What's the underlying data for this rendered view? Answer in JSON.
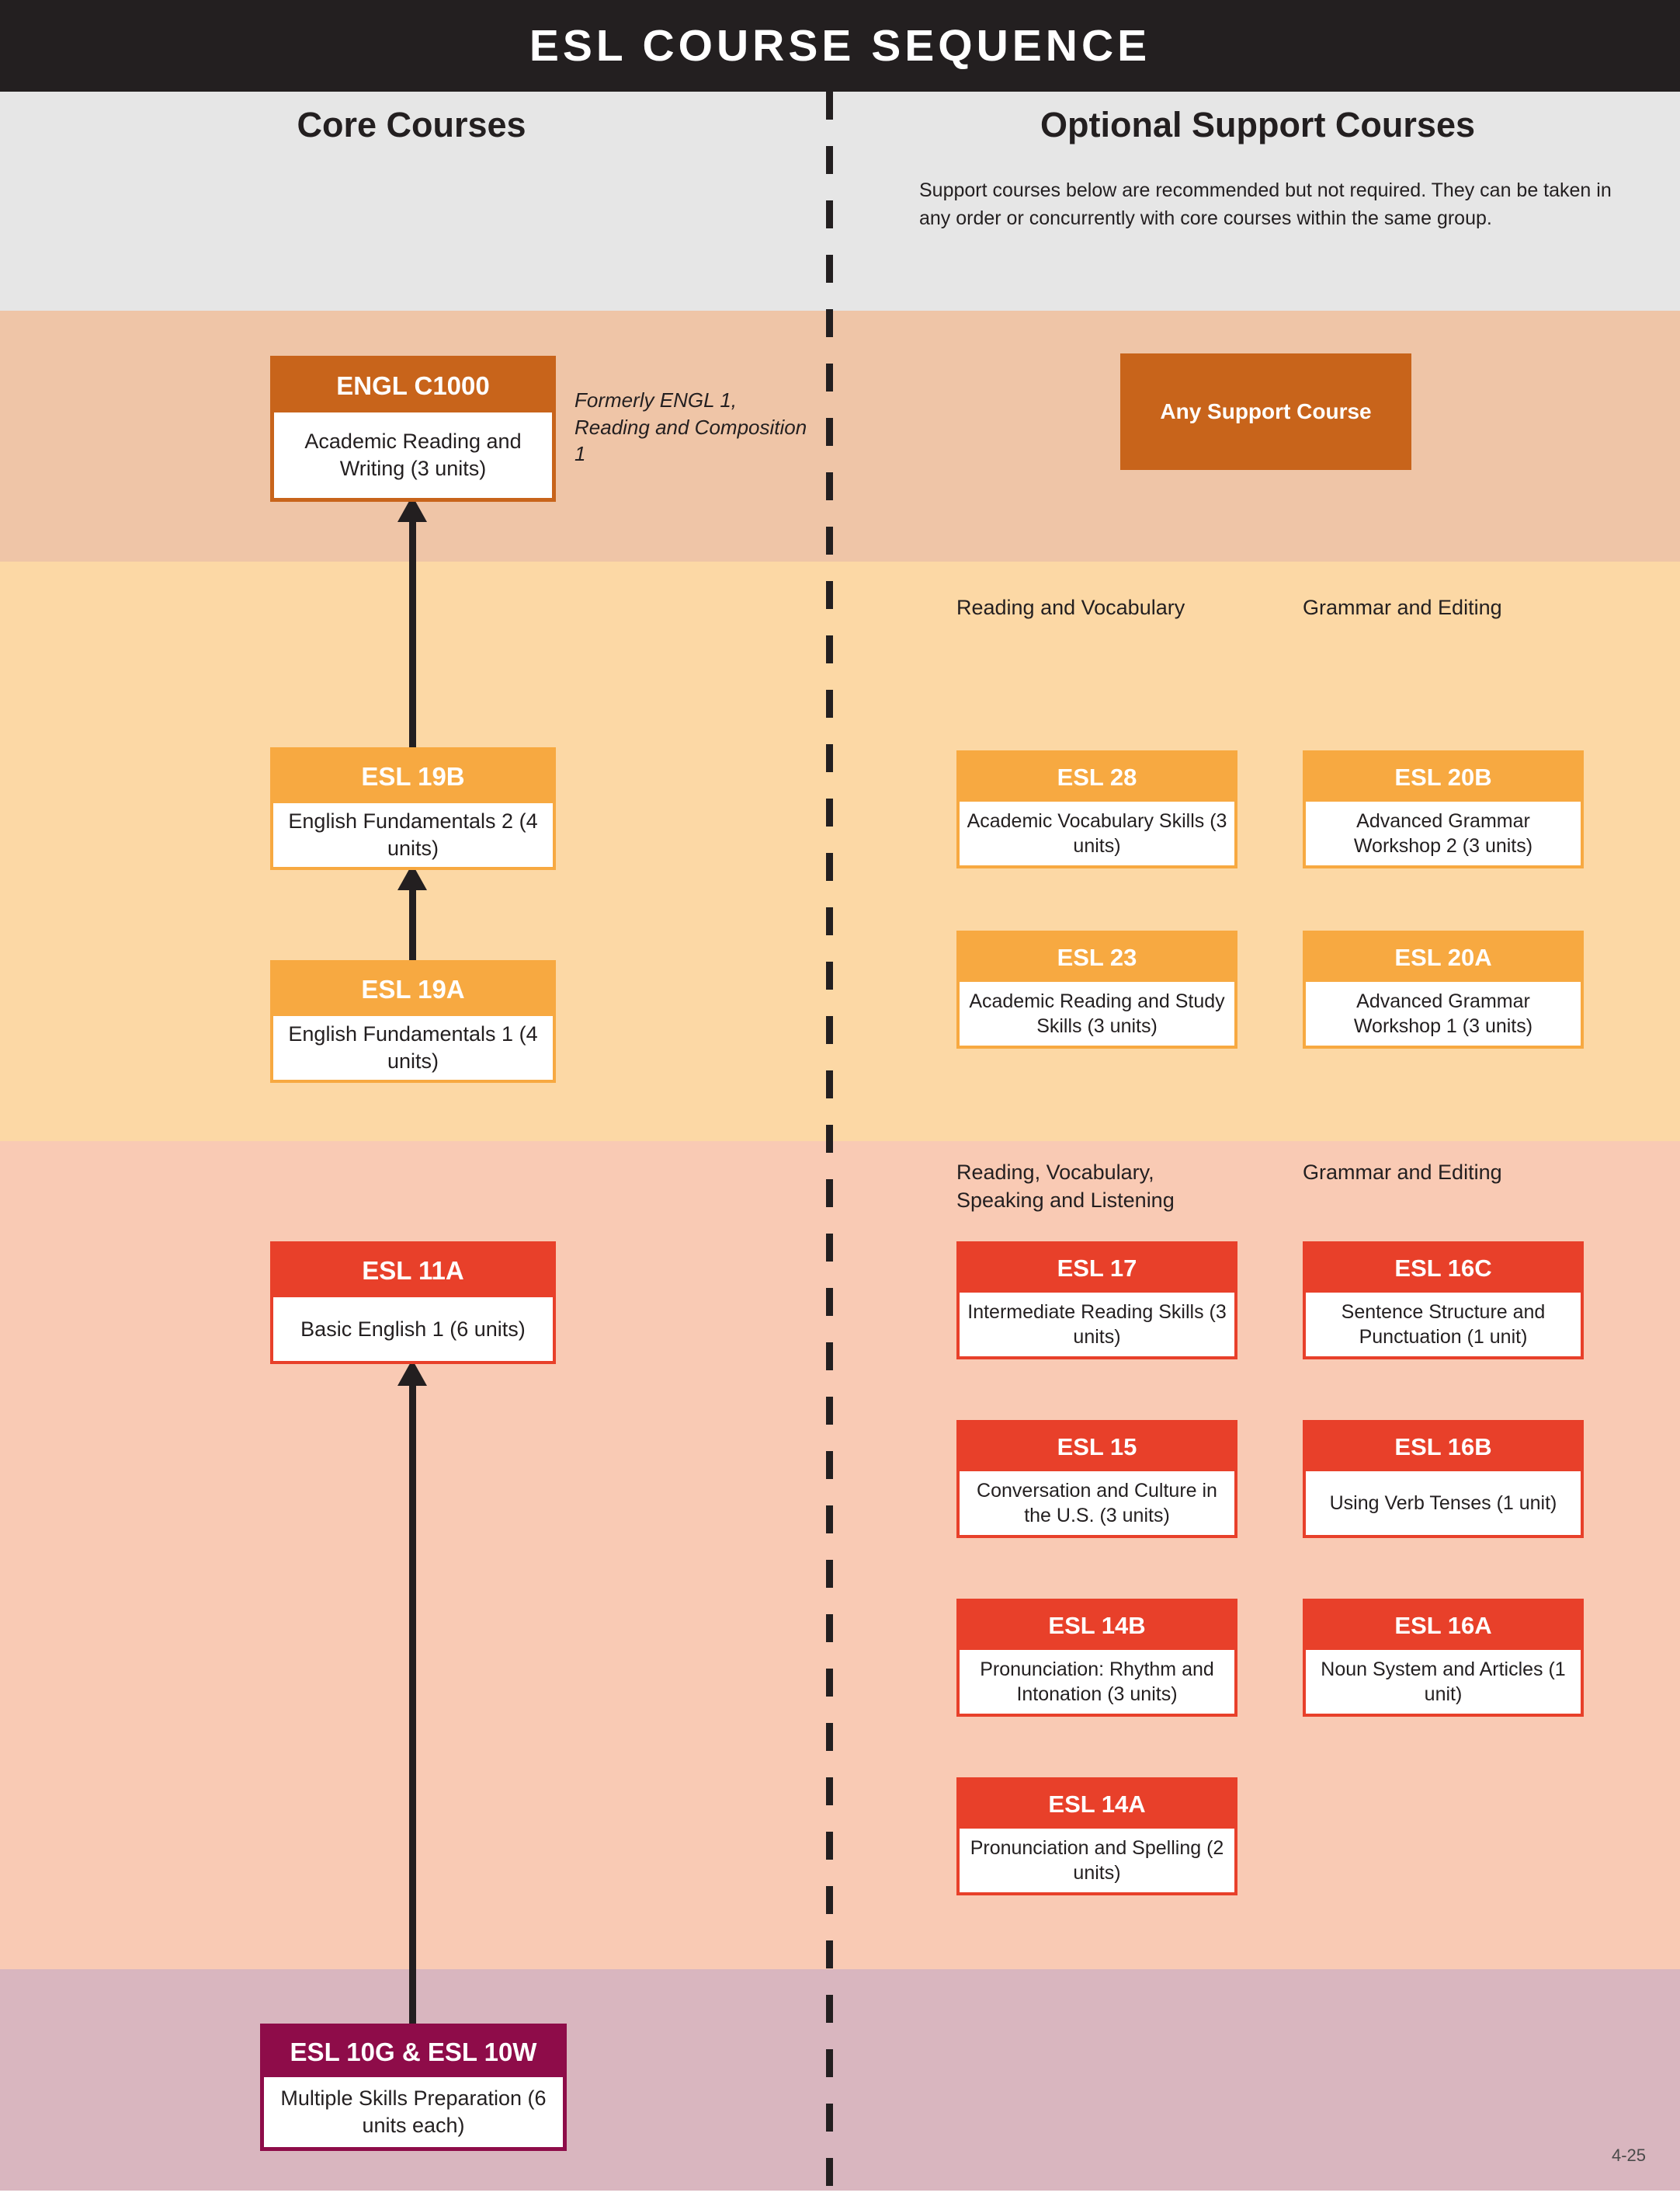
{
  "title": "ESL COURSE SEQUENCE",
  "columns": {
    "core_heading": "Core Courses",
    "support_heading": "Optional Support Courses",
    "support_note": "Support courses below are recommended but not required. They can be taken in any order or concurrently with core courses within the same group."
  },
  "colors": {
    "title_bar": "#231f20",
    "gray_band": "#e6e6e6",
    "band_1": "#efc5a7",
    "band_2": "#fcd8a5",
    "band_3": "#f9cab4",
    "band_4": "#d9b6bf",
    "orange_dark": "#c8641b",
    "orange_light": "#f7a941",
    "red": "#e8402a",
    "purple": "#8e0c49"
  },
  "core": {
    "engl_c1000": {
      "code": "ENGL C1000",
      "name": "Academic Reading and Writing (3 units)"
    },
    "esl_19b": {
      "code": "ESL 19B",
      "name": "English Fundamentals 2 (4 units)"
    },
    "esl_19a": {
      "code": "ESL 19A",
      "name": "English Fundamentals 1 (4 units)"
    },
    "esl_11a": {
      "code": "ESL 11A",
      "name": "Basic English 1 (6 units)"
    },
    "esl_10": {
      "code": "ESL 10G & ESL 10W",
      "name": "Multiple Skills Preparation (6 units each)"
    },
    "formerly_note": "Formerly ENGL 1, Reading and Composition 1"
  },
  "support": {
    "any_support_course": "Any Support Course",
    "group_labels": {
      "band2_col_a": "Reading and Vocabulary",
      "band2_col_b": "Grammar and Editing",
      "band3_col_a": "Reading, Vocabulary, Speaking and Listening",
      "band3_col_b": "Grammar and Editing"
    },
    "band2_col_a_courses": [
      {
        "code": "ESL 28",
        "name": "Academic Vocabulary Skills (3 units)"
      },
      {
        "code": "ESL 23",
        "name": "Academic Reading and Study Skills (3 units)"
      }
    ],
    "band2_col_b_courses": [
      {
        "code": "ESL 20B",
        "name": "Advanced Grammar Workshop 2 (3 units)"
      },
      {
        "code": "ESL 20A",
        "name": "Advanced Grammar Workshop 1 (3 units)"
      }
    ],
    "band3_col_a_courses": [
      {
        "code": "ESL 17",
        "name": "Intermediate Reading Skills (3 units)"
      },
      {
        "code": "ESL 15",
        "name": "Conversation and Culture in the U.S. (3 units)"
      },
      {
        "code": "ESL 14B",
        "name": "Pronunciation: Rhythm and Intonation (3 units)"
      },
      {
        "code": "ESL 14A",
        "name": "Pronunciation and Spelling (2 units)"
      }
    ],
    "band3_col_b_courses": [
      {
        "code": "ESL 16C",
        "name": "Sentence Structure and Punctuation (1 unit)"
      },
      {
        "code": "ESL 16B",
        "name": "Using Verb Tenses (1 unit)"
      },
      {
        "code": "ESL 16A",
        "name": "Noun System and Articles (1 unit)"
      }
    ]
  },
  "page_number": "4-25"
}
